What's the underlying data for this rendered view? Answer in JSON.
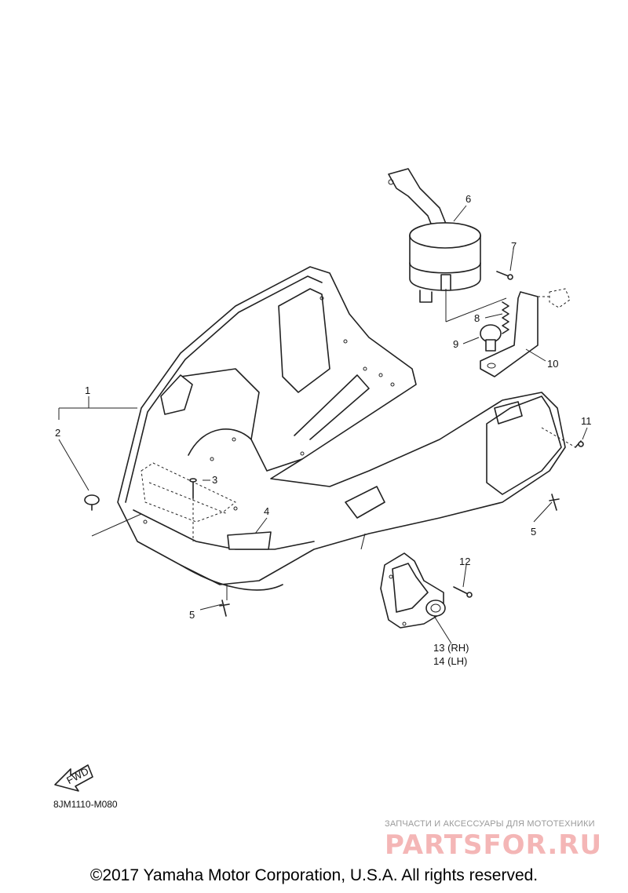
{
  "diagram": {
    "callouts": [
      {
        "id": "c1",
        "label": "1"
      },
      {
        "id": "c2",
        "label": "2"
      },
      {
        "id": "c3",
        "label": "3"
      },
      {
        "id": "c4",
        "label": "4"
      },
      {
        "id": "c5a",
        "label": "5"
      },
      {
        "id": "c5b",
        "label": "5"
      },
      {
        "id": "c6",
        "label": "6"
      },
      {
        "id": "c7",
        "label": "7"
      },
      {
        "id": "c8",
        "label": "8"
      },
      {
        "id": "c9",
        "label": "9"
      },
      {
        "id": "c10",
        "label": "10"
      },
      {
        "id": "c11",
        "label": "11"
      },
      {
        "id": "c12",
        "label": "12"
      },
      {
        "id": "c13",
        "label": "13 (RH)"
      },
      {
        "id": "c14",
        "label": "14 (LH)"
      }
    ],
    "fwd_arrow_label": "FWD",
    "part_code": "8JM1110-M080"
  },
  "watermark": {
    "subtitle": "ЗАПЧАСТИ И АКСЕССУАРЫ ДЛЯ МОТОТЕХНИКИ",
    "logo_text": "PARTSFOR.RU",
    "logo_color": "#f4b6b6"
  },
  "footer": {
    "copyright": "©2017 Yamaha Motor Corporation, U.S.A. All rights reserved."
  }
}
